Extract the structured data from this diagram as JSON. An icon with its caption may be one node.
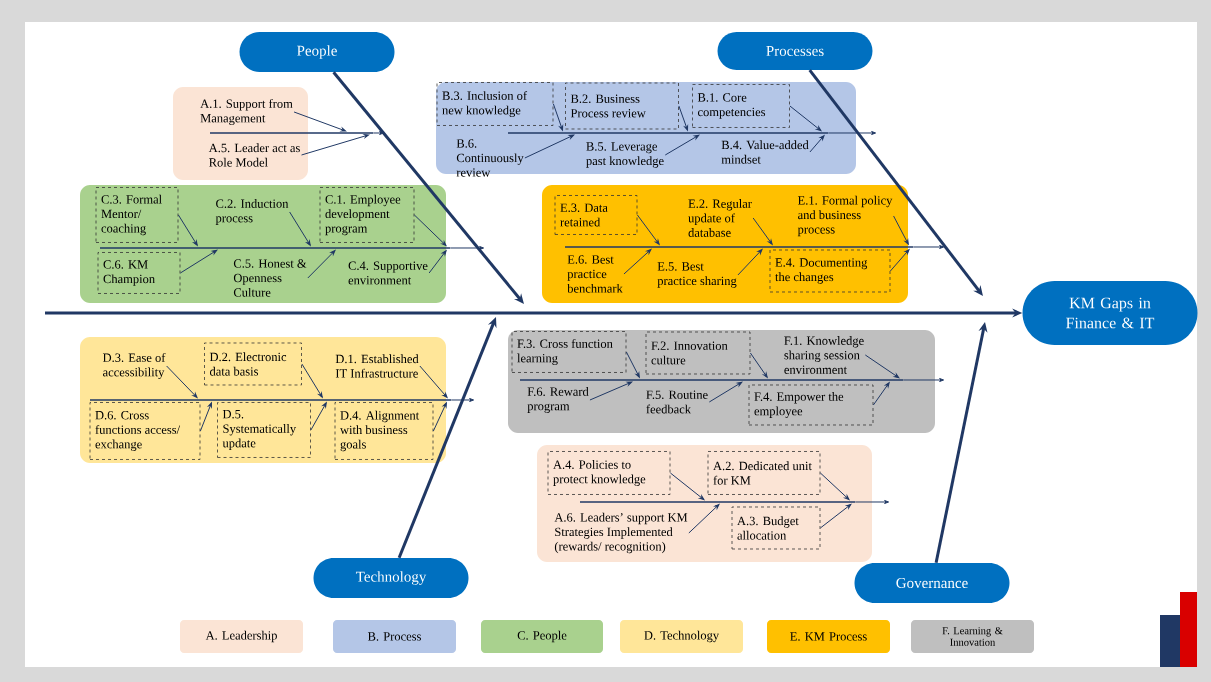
{
  "diagram": {
    "nodes": [
      {
        "text": [
          "People"
        ]
      },
      {
        "text": [
          "Processes"
        ]
      },
      {
        "text": [
          "KM Gaps in Finance & IT"
        ]
      },
      {
        "text": [
          "Technology"
        ]
      },
      {
        "text": [
          "Governance"
        ]
      },
      {
        "text": [],
        "shape": "box"
      },
      {
        "text": [
          "A.1. Support from Management"
        ],
        "in": 5
      },
      {
        "text": [
          "A.5. Leader act as Role Model"
        ],
        "in": 5
      },
      {
        "text": [],
        "shape": "box"
      },
      {
        "text": [
          "B.3. Inclusion of new knowledge"
        ],
        "in": 8
      },
      {
        "text": [
          "B.2. Business Process review"
        ],
        "in": 8
      },
      {
        "text": [
          "B.1. Core competencies"
        ],
        "in": 8
      },
      {
        "text": [
          "B.6. Continuously review"
        ],
        "in": 8
      },
      {
        "text": [
          "B.5. Leverage past knowledge"
        ],
        "in": 8
      },
      {
        "text": [
          "B.4. Value-added mindset"
        ],
        "in": 8
      },
      {
        "text": [],
        "shape": "box"
      },
      {
        "text": [
          "C.3. Formal Mentor/ coaching"
        ],
        "in": 15
      },
      {
        "text": [
          "C.2. Induction process"
        ],
        "in": 15
      },
      {
        "text": [
          "C.1. Employee development program"
        ],
        "in": 15
      },
      {
        "text": [
          "C.6. KM Champion"
        ],
        "in": 15
      },
      {
        "text": [
          "C.5. Honest & Openness Culture"
        ],
        "in": 15
      },
      {
        "text": [
          "C.4. Supportive environment"
        ],
        "in": 15
      },
      {
        "text": [],
        "shape": "box"
      },
      {
        "text": [
          "E.3. Data retained"
        ],
        "in": 22
      },
      {
        "text": [
          "E.2. Regular update of database"
        ],
        "in": 22
      },
      {
        "text": [
          "E.1. Formal policy and business process"
        ],
        "in": 22
      },
      {
        "text": [
          "E.6. Best practice benchmark"
        ],
        "in": 22
      },
      {
        "text": [
          "E.5. Best practice sharing"
        ],
        "in": 22
      },
      {
        "text": [
          "E.4. Documenting the changes"
        ],
        "in": 22
      },
      {
        "text": [],
        "shape": "box"
      },
      {
        "text": [
          "D.3. Ease of accessibility"
        ],
        "in": 29
      },
      {
        "text": [
          "D.2. Electronic data basis"
        ],
        "in": 29
      },
      {
        "text": [
          "D.1. Established IT Infrastructure"
        ],
        "in": 29
      },
      {
        "text": [
          "D.6. Cross functions access/ exchange"
        ],
        "in": 29
      },
      {
        "text": [
          "D.5. Systematically update"
        ],
        "in": 29
      },
      {
        "text": [
          "D.4. Alignment with business goals"
        ],
        "in": 29
      },
      {
        "text": [],
        "shape": "box"
      },
      {
        "text": [
          "F.3. Cross function learning"
        ],
        "in": 36
      },
      {
        "text": [
          "F.2. Innovation culture"
        ],
        "in": 36
      },
      {
        "text": [
          "F.1. Knowledge sharing session environment"
        ],
        "in": 36
      },
      {
        "text": [
          "F.6. Reward program"
        ],
        "in": 36
      },
      {
        "text": [
          "F.5. Routine feedback"
        ],
        "in": 36
      },
      {
        "text": [
          "F.4. Empower the employee"
        ],
        "in": 36
      },
      {
        "text": [],
        "shape": "box"
      },
      {
        "text": [
          "A.4. Policies to protect knowledge"
        ],
        "in": 43
      },
      {
        "text": [
          "A.2. Dedicated unit for KM"
        ],
        "in": 43
      },
      {
        "text": [
          "A.6. Leaders’ support KM Strategies Implemented (rewards/ recognition)"
        ],
        "in": 43
      },
      {
        "text": [
          "A.3. Budget allocation"
        ],
        "in": 43
      },
      {
        "text": [],
        "shape": "bar"
      },
      {
        "text": [],
        "shape": "bar",
        "in": 8
      },
      {
        "text": [],
        "shape": "bar",
        "in": 15
      },
      {
        "text": [],
        "shape": "bar",
        "in": 22
      },
      {
        "text": [],
        "shape": "bar",
        "in": 29
      },
      {
        "text": [],
        "shape": "bar",
        "in": 36
      },
      {
        "text": [],
        "shape": "bar",
        "in": 43
      }
    ],
    "edges": [
      {
        "from": null,
        "to": 2,
        "arrow": "to",
        "style": "thick"
      },
      {
        "from": 0,
        "to": null,
        "arrow": "to",
        "style": "thick"
      },
      {
        "from": 1,
        "to": null,
        "arrow": "to",
        "style": "thick"
      },
      {
        "from": 3,
        "to": null,
        "arrow": "to",
        "style": "thick"
      },
      {
        "from": 4,
        "to": null,
        "arrow": "to",
        "style": "thick"
      },
      {
        "from": 6,
        "to": 48,
        "arrow": "to"
      },
      {
        "from": 7,
        "to": 48,
        "arrow": "to"
      },
      {
        "from": 9,
        "to": 49,
        "arrow": "to"
      },
      {
        "from": 10,
        "to": 49,
        "arrow": "to"
      },
      {
        "from": 11,
        "to": 49,
        "arrow": "to"
      },
      {
        "from": 12,
        "to": 49,
        "arrow": "to"
      },
      {
        "from": 13,
        "to": 49,
        "arrow": "to"
      },
      {
        "from": 14,
        "to": 49,
        "arrow": "to"
      },
      {
        "from": 16,
        "to": 50,
        "arrow": "to"
      },
      {
        "from": 17,
        "to": 50,
        "arrow": "to"
      },
      {
        "from": 18,
        "to": 50,
        "arrow": "to"
      },
      {
        "from": 19,
        "to": 50,
        "arrow": "to"
      },
      {
        "from": 20,
        "to": 50,
        "arrow": "to"
      },
      {
        "from": 21,
        "to": 50,
        "arrow": "to"
      },
      {
        "from": 23,
        "to": 51,
        "arrow": "to"
      },
      {
        "from": 24,
        "to": 51,
        "arrow": "to"
      },
      {
        "from": 25,
        "to": 51,
        "arrow": "to"
      },
      {
        "from": 26,
        "to": 51,
        "arrow": "to"
      },
      {
        "from": 27,
        "to": 51,
        "arrow": "to"
      },
      {
        "from": 28,
        "to": 51,
        "arrow": "to"
      },
      {
        "from": 30,
        "to": 52,
        "arrow": "to"
      },
      {
        "from": 31,
        "to": 52,
        "arrow": "to"
      },
      {
        "from": 32,
        "to": 52,
        "arrow": "to"
      },
      {
        "from": 33,
        "to": 52,
        "arrow": "to"
      },
      {
        "from": 34,
        "to": 52,
        "arrow": "to"
      },
      {
        "from": 35,
        "to": 52,
        "arrow": "to"
      },
      {
        "from": 37,
        "to": 53,
        "arrow": "to"
      },
      {
        "from": 38,
        "to": 53,
        "arrow": "to"
      },
      {
        "from": 39,
        "to": 53,
        "arrow": "to"
      },
      {
        "from": 40,
        "to": 53,
        "arrow": "to"
      },
      {
        "from": 41,
        "to": 53,
        "arrow": "to"
      },
      {
        "from": 42,
        "to": 53,
        "arrow": "to"
      },
      {
        "from": 44,
        "to": 54,
        "arrow": "to"
      },
      {
        "from": 45,
        "to": 54,
        "arrow": "to"
      },
      {
        "from": 46,
        "to": 54,
        "arrow": "to"
      },
      {
        "from": 47,
        "to": 54,
        "arrow": "to"
      },
      {
        "from": 48,
        "to": null,
        "arrow": "to"
      },
      {
        "from": 49,
        "to": null,
        "arrow": "to"
      },
      {
        "from": 50,
        "to": null,
        "arrow": "to"
      },
      {
        "from": 51,
        "to": null,
        "arrow": "to"
      },
      {
        "from": 52,
        "to": null,
        "arrow": "to"
      },
      {
        "from": 53,
        "to": null,
        "arrow": "to"
      },
      {
        "from": 54,
        "to": null,
        "arrow": "to"
      }
    ],
    "legend": [
      {
        "text": "A. Leadership",
        "color": "#fbe4d5"
      },
      {
        "text": "B. Process",
        "color": "#b4c6e7"
      },
      {
        "text": "C. People",
        "color": "#a9d18e"
      },
      {
        "text": "D. Technology",
        "color": "#ffe699"
      },
      {
        "text": "E. KM Process",
        "color": "#ffc000"
      },
      {
        "text": "F. Learning & Innovation",
        "color": "#bfbfbf"
      }
    ]
  }
}
